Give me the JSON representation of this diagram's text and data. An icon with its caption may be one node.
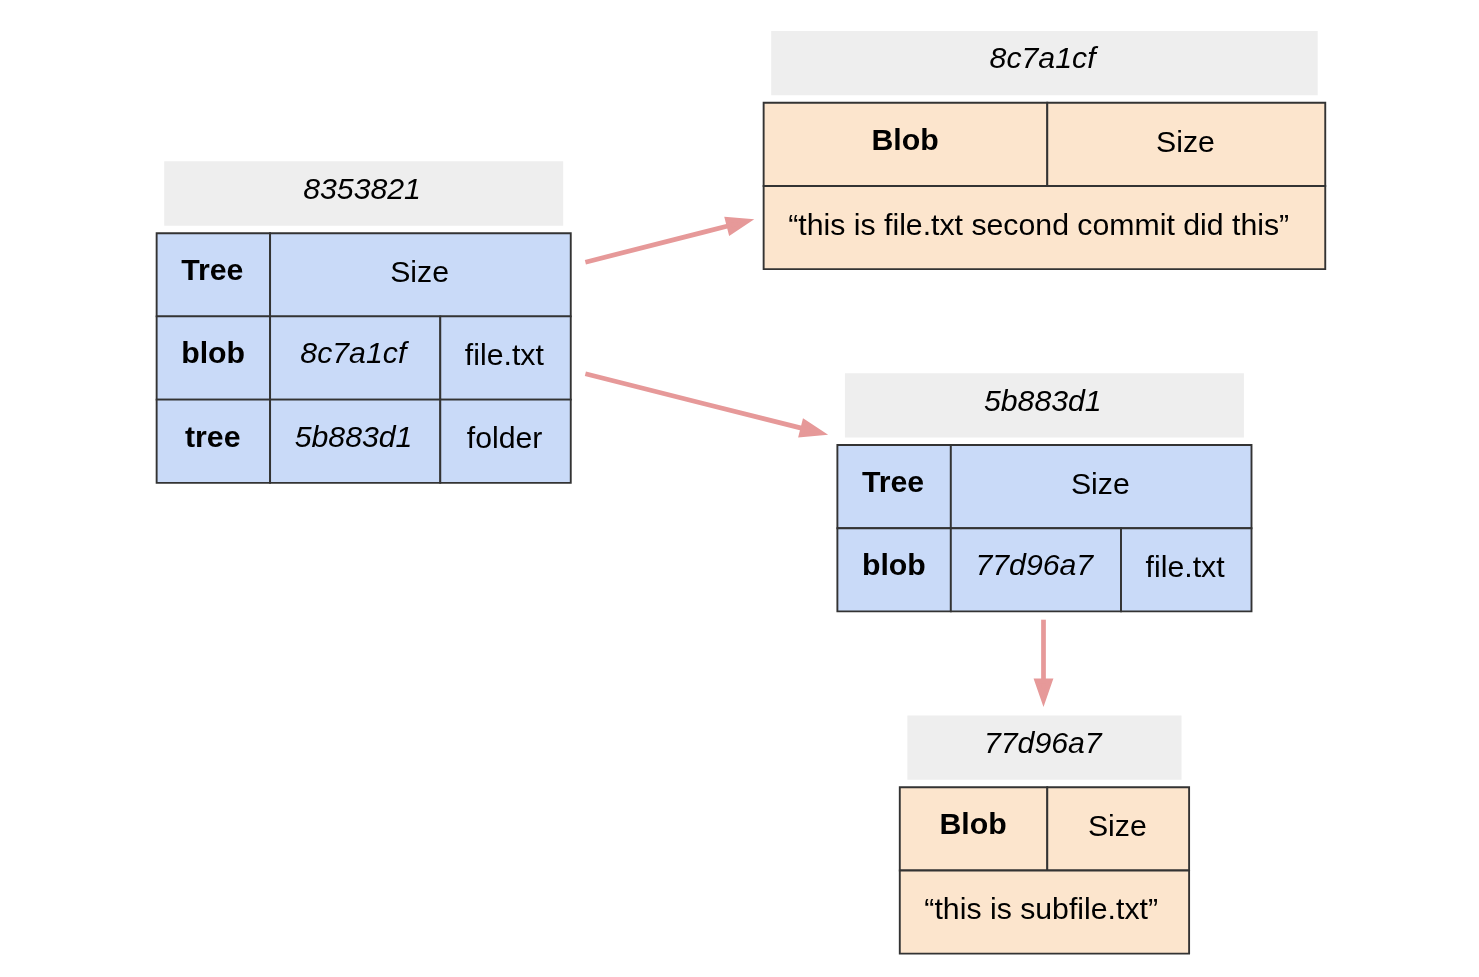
{
  "diagram": {
    "nodes": [
      {
        "text": [
          "8353821",
          "Tree",
          "Size",
          "blob",
          "8c7a1cf",
          "file.txt",
          "tree",
          "5b883d1",
          "folder"
        ]
      },
      {
        "text": [
          "8c7a1cf",
          "Blob",
          "Size",
          "“this is file.txt second commit did this”"
        ]
      },
      {
        "text": [
          "5b883d1",
          "Tree",
          "Size",
          "blob",
          "77d96a7",
          "file.txt"
        ]
      },
      {
        "text": [
          "77d96a7",
          "Blob",
          "Size",
          "“this is subfile.txt”"
        ]
      }
    ],
    "edges": [
      {
        "from": 0,
        "to": 1,
        "arrow": "to"
      },
      {
        "from": 0,
        "to": 2,
        "arrow": "to"
      },
      {
        "from": 2,
        "to": 3,
        "arrow": "to"
      }
    ]
  }
}
